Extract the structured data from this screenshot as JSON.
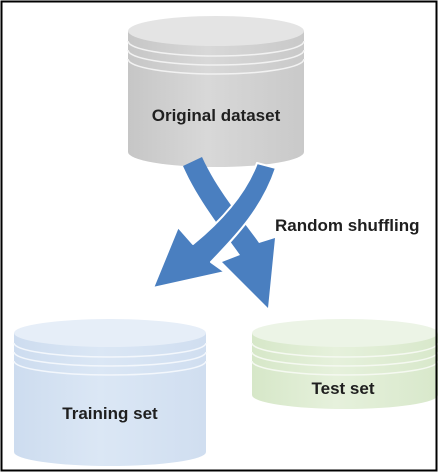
{
  "diagram": {
    "original_label": "Original dataset",
    "shuffle_label": "Random shuffling",
    "training_label": "Training set",
    "test_label": "Test set"
  },
  "colors": {
    "frame": "#000000",
    "original_fill": "#d6d6d6",
    "training_fill": "#d9e6f4",
    "test_fill": "#e3efd9",
    "arrow": "#4a7fc0",
    "text": "#1f1f1f"
  },
  "icons": {
    "original": "cylinder-icon",
    "training": "cylinder-icon",
    "test": "cylinder-icon",
    "shuffle": "crossed-arrows-icon"
  }
}
